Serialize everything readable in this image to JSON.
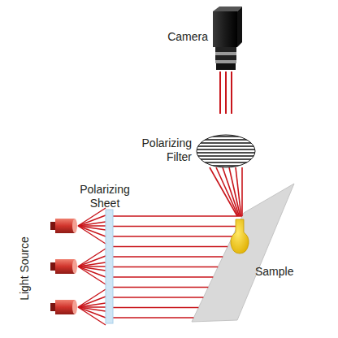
{
  "diagram": {
    "labels": [
      "Camera",
      "Polarizing Filter",
      "Polarizing Sheet",
      "Light Source",
      "Sample"
    ]
  }
}
